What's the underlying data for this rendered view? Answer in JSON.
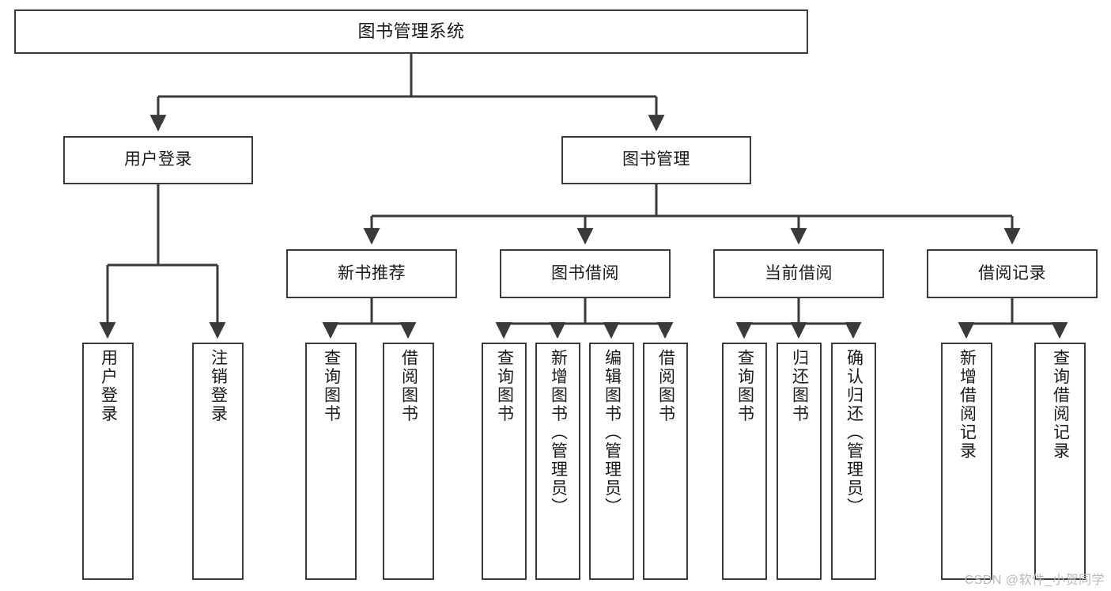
{
  "diagram": {
    "title_node": {
      "id": "root",
      "label": "图书管理系统"
    },
    "level1": [
      {
        "id": "login",
        "label": "用户登录"
      },
      {
        "id": "bookmgmt",
        "label": "图书管理"
      }
    ],
    "level2": [
      {
        "id": "newbook",
        "label": "新书推荐",
        "parent": "bookmgmt"
      },
      {
        "id": "borrow",
        "label": "图书借阅",
        "parent": "bookmgmt"
      },
      {
        "id": "current",
        "label": "当前借阅",
        "parent": "bookmgmt"
      },
      {
        "id": "record",
        "label": "借阅记录",
        "parent": "bookmgmt"
      }
    ],
    "leaves": [
      {
        "id": "leaf-login-1",
        "label": "用户登录",
        "parent": "login"
      },
      {
        "id": "leaf-login-2",
        "label": "注销登录",
        "parent": "login"
      },
      {
        "id": "leaf-newbook-1",
        "label": "查询图书",
        "parent": "newbook"
      },
      {
        "id": "leaf-newbook-2",
        "label": "借阅图书",
        "parent": "newbook"
      },
      {
        "id": "leaf-borrow-1",
        "label": "查询图书",
        "parent": "borrow"
      },
      {
        "id": "leaf-borrow-2",
        "label": "新增图书（管理员）",
        "parent": "borrow"
      },
      {
        "id": "leaf-borrow-3",
        "label": "编辑图书（管理员）",
        "parent": "borrow"
      },
      {
        "id": "leaf-borrow-4",
        "label": "借阅图书",
        "parent": "borrow"
      },
      {
        "id": "leaf-current-1",
        "label": "查询图书",
        "parent": "current"
      },
      {
        "id": "leaf-current-2",
        "label": "归还图书",
        "parent": "current"
      },
      {
        "id": "leaf-current-3",
        "label": "确认归还（管理员）",
        "parent": "current"
      },
      {
        "id": "leaf-record-1",
        "label": "新增借阅记录",
        "parent": "record"
      },
      {
        "id": "leaf-record-2",
        "label": "查询借阅记录",
        "parent": "record"
      }
    ],
    "colors": {
      "box_border": "#3a3a3a",
      "box_fill": "#ffffff",
      "edge": "#3a3a3a",
      "text": "#1a1a1a",
      "background": "#ffffff",
      "watermark": "#b9b9b9"
    }
  },
  "watermark": {
    "text": "CSDN @软件_小贺同学"
  }
}
